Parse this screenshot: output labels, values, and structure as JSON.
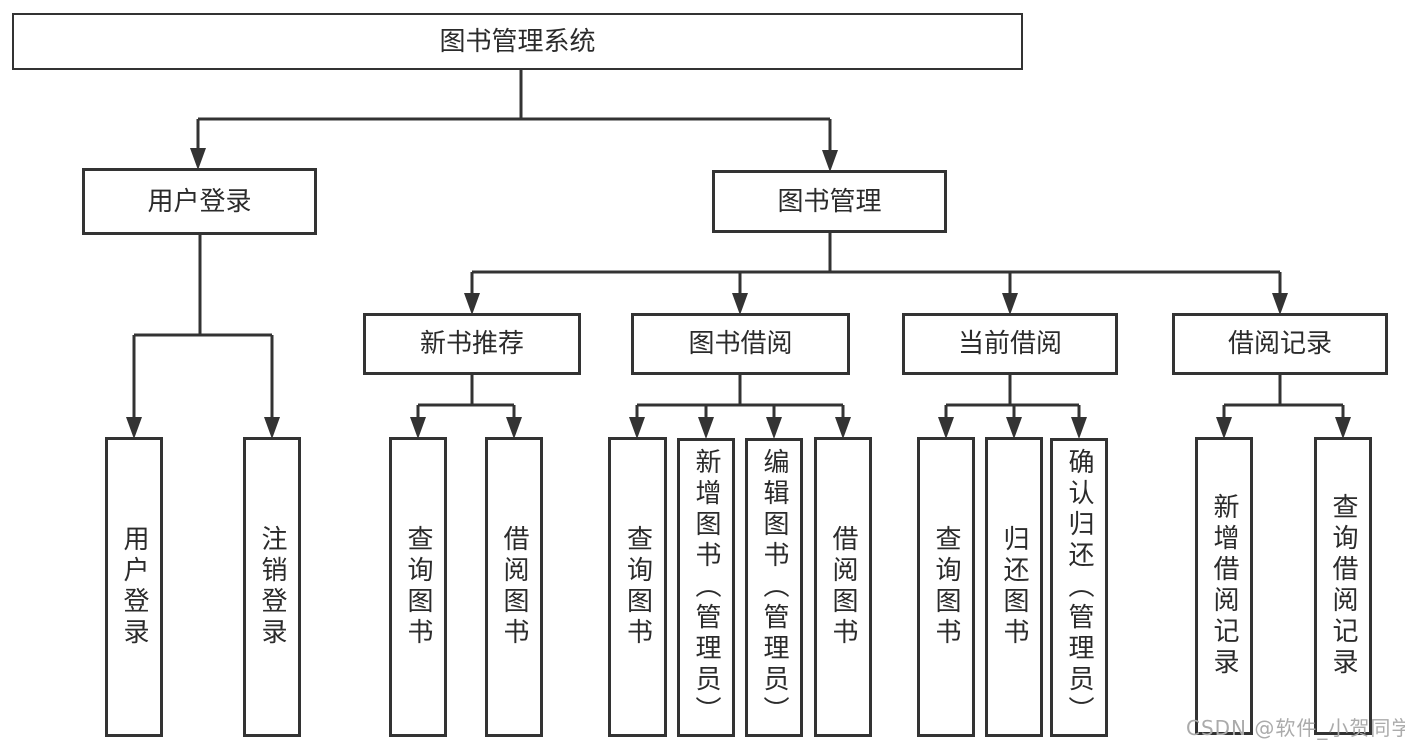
{
  "diagram": {
    "root": {
      "label": "图书管理系统"
    },
    "level2": [
      {
        "label": "用户登录"
      },
      {
        "label": "图书管理"
      }
    ],
    "level3": [
      {
        "label": "新书推荐"
      },
      {
        "label": "图书借阅"
      },
      {
        "label": "当前借阅"
      },
      {
        "label": "借阅记录"
      }
    ],
    "leaves": {
      "user_login": [
        {
          "label": "用户登录"
        },
        {
          "label": "注销登录"
        }
      ],
      "new_books": [
        {
          "label": "查询图书"
        },
        {
          "label": "借阅图书"
        }
      ],
      "book_borrowing": [
        {
          "label": "查询图书"
        },
        {
          "label": "新增图书（管理员）"
        },
        {
          "label": "编辑图书（管理员）"
        },
        {
          "label": "借阅图书"
        }
      ],
      "current_borrowing": [
        {
          "label": "查询图书"
        },
        {
          "label": "归还图书"
        },
        {
          "label": "确认归还（管理员）"
        }
      ],
      "borrowing_records": [
        {
          "label": "新增借阅记录"
        },
        {
          "label": "查询借阅记录"
        }
      ]
    }
  },
  "watermark": {
    "text": "CSDN @软件_小贺同学"
  },
  "colors": {
    "line": "#333333",
    "box_border": "#333333",
    "box_background": "#ffffff",
    "text": "#2b2b2b",
    "watermark_text": "#ababab"
  }
}
